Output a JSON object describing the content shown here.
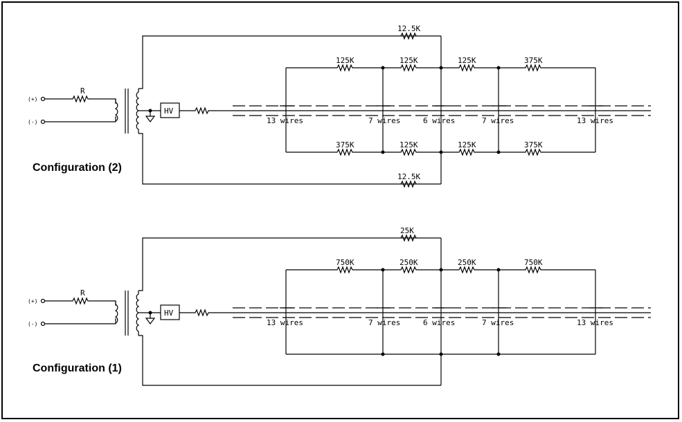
{
  "configs": [
    {
      "title": "Configuration (2)",
      "terminals": {
        "plus": "(+)",
        "minus": "(-)"
      },
      "input_resistor": "R",
      "hv_label": "HV",
      "top_bypass": "12.5K",
      "bottom_bypass": "12.5K",
      "top_resistors": [
        "125K",
        "125K",
        "125K",
        "375K"
      ],
      "bottom_resistors": [
        "375K",
        "125K",
        "125K",
        "375K"
      ],
      "wire_labels": [
        "13 wires",
        "7 wires",
        "6 wires",
        "7 wires",
        "13 wires"
      ]
    },
    {
      "title": "Configuration (1)",
      "terminals": {
        "plus": "(+)",
        "minus": "(-)"
      },
      "input_resistor": "R",
      "hv_label": "HV",
      "top_bypass": "25K",
      "top_resistors": [
        "750K",
        "250K",
        "250K",
        "750K"
      ],
      "wire_labels": [
        "13 wires",
        "7 wires",
        "6 wires",
        "7 wires",
        "13 wires"
      ]
    }
  ]
}
